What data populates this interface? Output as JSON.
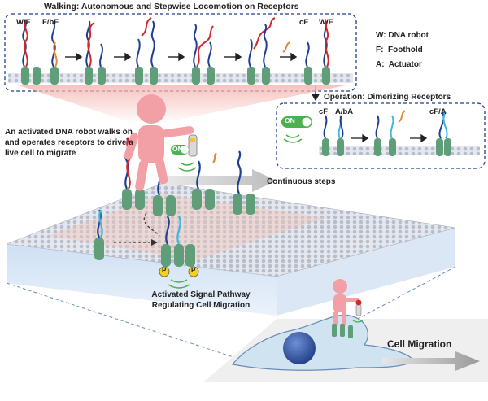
{
  "walking_panel": {
    "title": "Walking: Autonomous and Stepwise Locomotion on Receptors",
    "label_wf_left": "W/F",
    "label_fbf": "F/bF",
    "label_cf": "cF",
    "label_wf_right": "W/F"
  },
  "legend": {
    "w": "W: DNA robot",
    "f": "F:  Foothold",
    "a": "A:  Actuator"
  },
  "operation_panel": {
    "title": "Operation: Dimerizing Receptors",
    "on_label": "ON",
    "label_cf": "cF",
    "label_abA": "A/bA",
    "label_cfa": "cF/A"
  },
  "main": {
    "description": "An activated DNA robot walks on and operates receptors to drive a live cell to migrate",
    "on_label": "ON",
    "continuous_steps": "Continuous steps",
    "signal_pathway": "Activated Signal Pathway Regulating Cell Migration",
    "phospho": "P",
    "cell_migration": "Cell Migration"
  },
  "colors": {
    "receptor_green": "#5f9e78",
    "robot_pink": "#f2a0a5",
    "dna_red": "#d6262c",
    "dna_blue": "#1f3f8f",
    "dna_cyan": "#3db6e0",
    "membrane": "#c9ced9",
    "cell": "#cfe3f1",
    "nucleus": "#2b4f9c",
    "on_green": "#4caf50"
  }
}
